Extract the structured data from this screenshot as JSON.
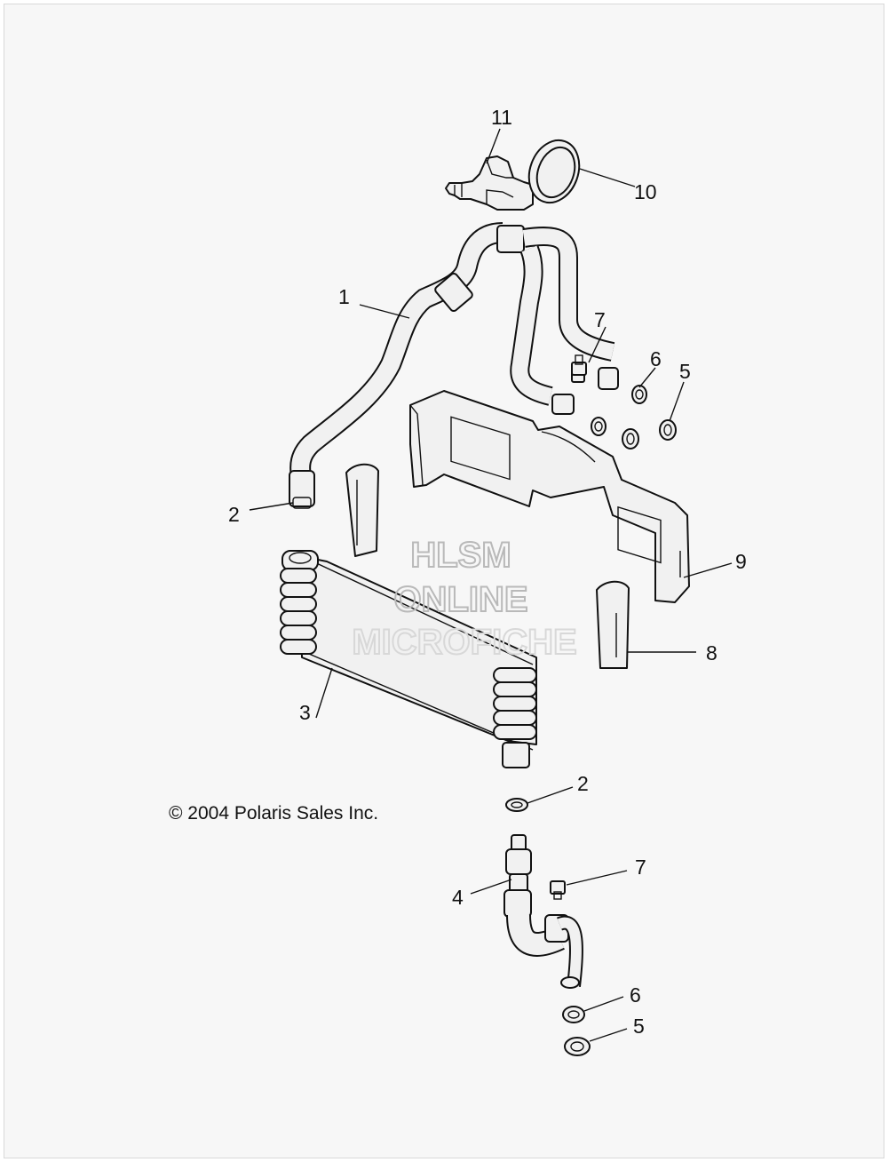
{
  "callouts": [
    {
      "id": "c1",
      "label": "1"
    },
    {
      "id": "c2a",
      "label": "2"
    },
    {
      "id": "c2b",
      "label": "2"
    },
    {
      "id": "c3",
      "label": "3"
    },
    {
      "id": "c4",
      "label": "4"
    },
    {
      "id": "c5a",
      "label": "5"
    },
    {
      "id": "c5b",
      "label": "5"
    },
    {
      "id": "c6a",
      "label": "6"
    },
    {
      "id": "c6b",
      "label": "6"
    },
    {
      "id": "c7a",
      "label": "7"
    },
    {
      "id": "c7b",
      "label": "7"
    },
    {
      "id": "c8",
      "label": "8"
    },
    {
      "id": "c9",
      "label": "9"
    },
    {
      "id": "c10",
      "label": "10"
    },
    {
      "id": "c11",
      "label": "11"
    }
  ],
  "watermark": {
    "line1": "HLSM",
    "line2": "ONLINE",
    "line3": "MICROFICHE"
  },
  "copyright": "© 2004 Polaris Sales Inc."
}
